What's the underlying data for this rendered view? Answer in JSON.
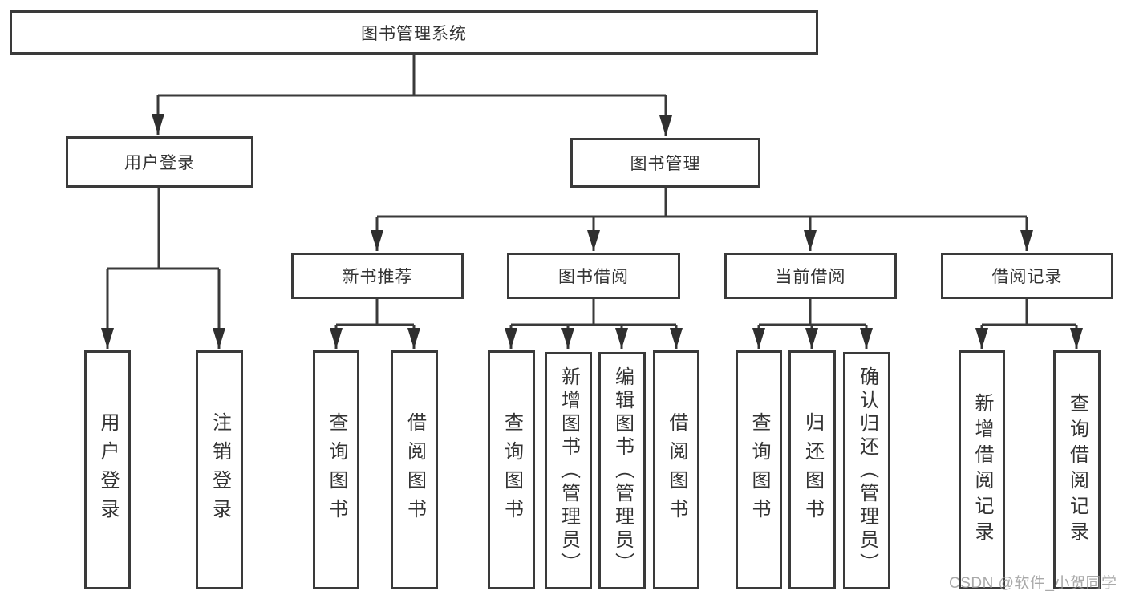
{
  "tree": {
    "label": "图书管理系统",
    "children": [
      {
        "label": "用户登录",
        "children": [
          {
            "label": "用户登录"
          },
          {
            "label": "注销登录"
          }
        ]
      },
      {
        "label": "图书管理",
        "children": [
          {
            "label": "新书推荐",
            "children": [
              {
                "label": "查询图书"
              },
              {
                "label": "借阅图书"
              }
            ]
          },
          {
            "label": "图书借阅",
            "children": [
              {
                "label": "查询图书"
              },
              {
                "label": "新增图书（管理员）"
              },
              {
                "label": "编辑图书（管理员）"
              },
              {
                "label": "借阅图书"
              }
            ]
          },
          {
            "label": "当前借阅",
            "children": [
              {
                "label": "查询图书"
              },
              {
                "label": "归还图书"
              },
              {
                "label": "确认归还（管理员）"
              }
            ]
          },
          {
            "label": "借阅记录",
            "children": [
              {
                "label": "新增借阅记录"
              },
              {
                "label": "查询借阅记录"
              }
            ]
          }
        ]
      }
    ]
  },
  "watermark": {
    "text": "CSDN @软件_小贺同学"
  },
  "colors": {
    "line": "#3a3a3a",
    "box_border": "#3a3a3a",
    "text": "#333333",
    "background": "#ffffff",
    "watermark": "#969696"
  }
}
